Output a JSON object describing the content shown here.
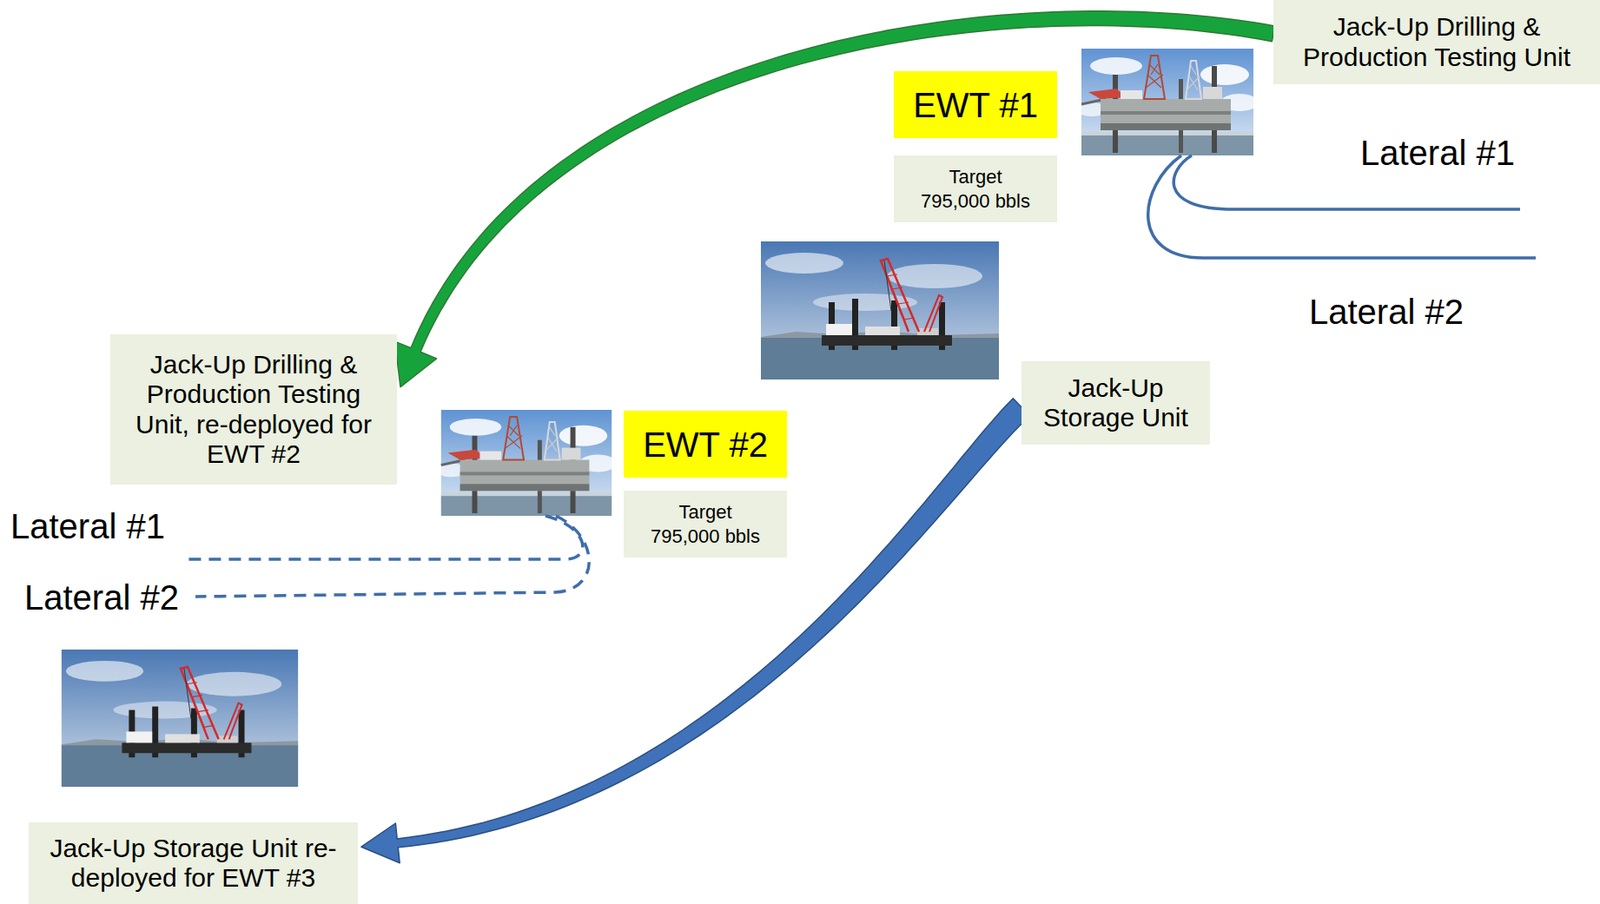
{
  "diagram": {
    "nodes": [
      {
        "text": [
          "Jack-Up Drilling & Production Testing Unit"
        ]
      },
      {
        "text": [
          "EWT #1"
        ]
      },
      {
        "text": [
          "Target",
          "795,000 bbls"
        ]
      },
      {
        "text": [
          "Jack-Up Drilling & Production Testing Unit, re-deployed for EWT #2"
        ]
      },
      {
        "text": [
          "Jack-Up Storage Unit"
        ]
      },
      {
        "text": [
          "EWT #2"
        ]
      },
      {
        "text": [
          "Target",
          "795,000 bbls"
        ]
      },
      {
        "text": [
          "Jack-Up Storage Unit re-deployed for EWT #3"
        ]
      }
    ],
    "edges": [
      {
        "from": 0,
        "to": 3,
        "arrow": "to"
      },
      {
        "from": 4,
        "to": 7,
        "arrow": "to"
      }
    ],
    "labels": [
      "Lateral #1",
      "Lateral #2",
      "Lateral #1",
      "Lateral #2"
    ]
  }
}
